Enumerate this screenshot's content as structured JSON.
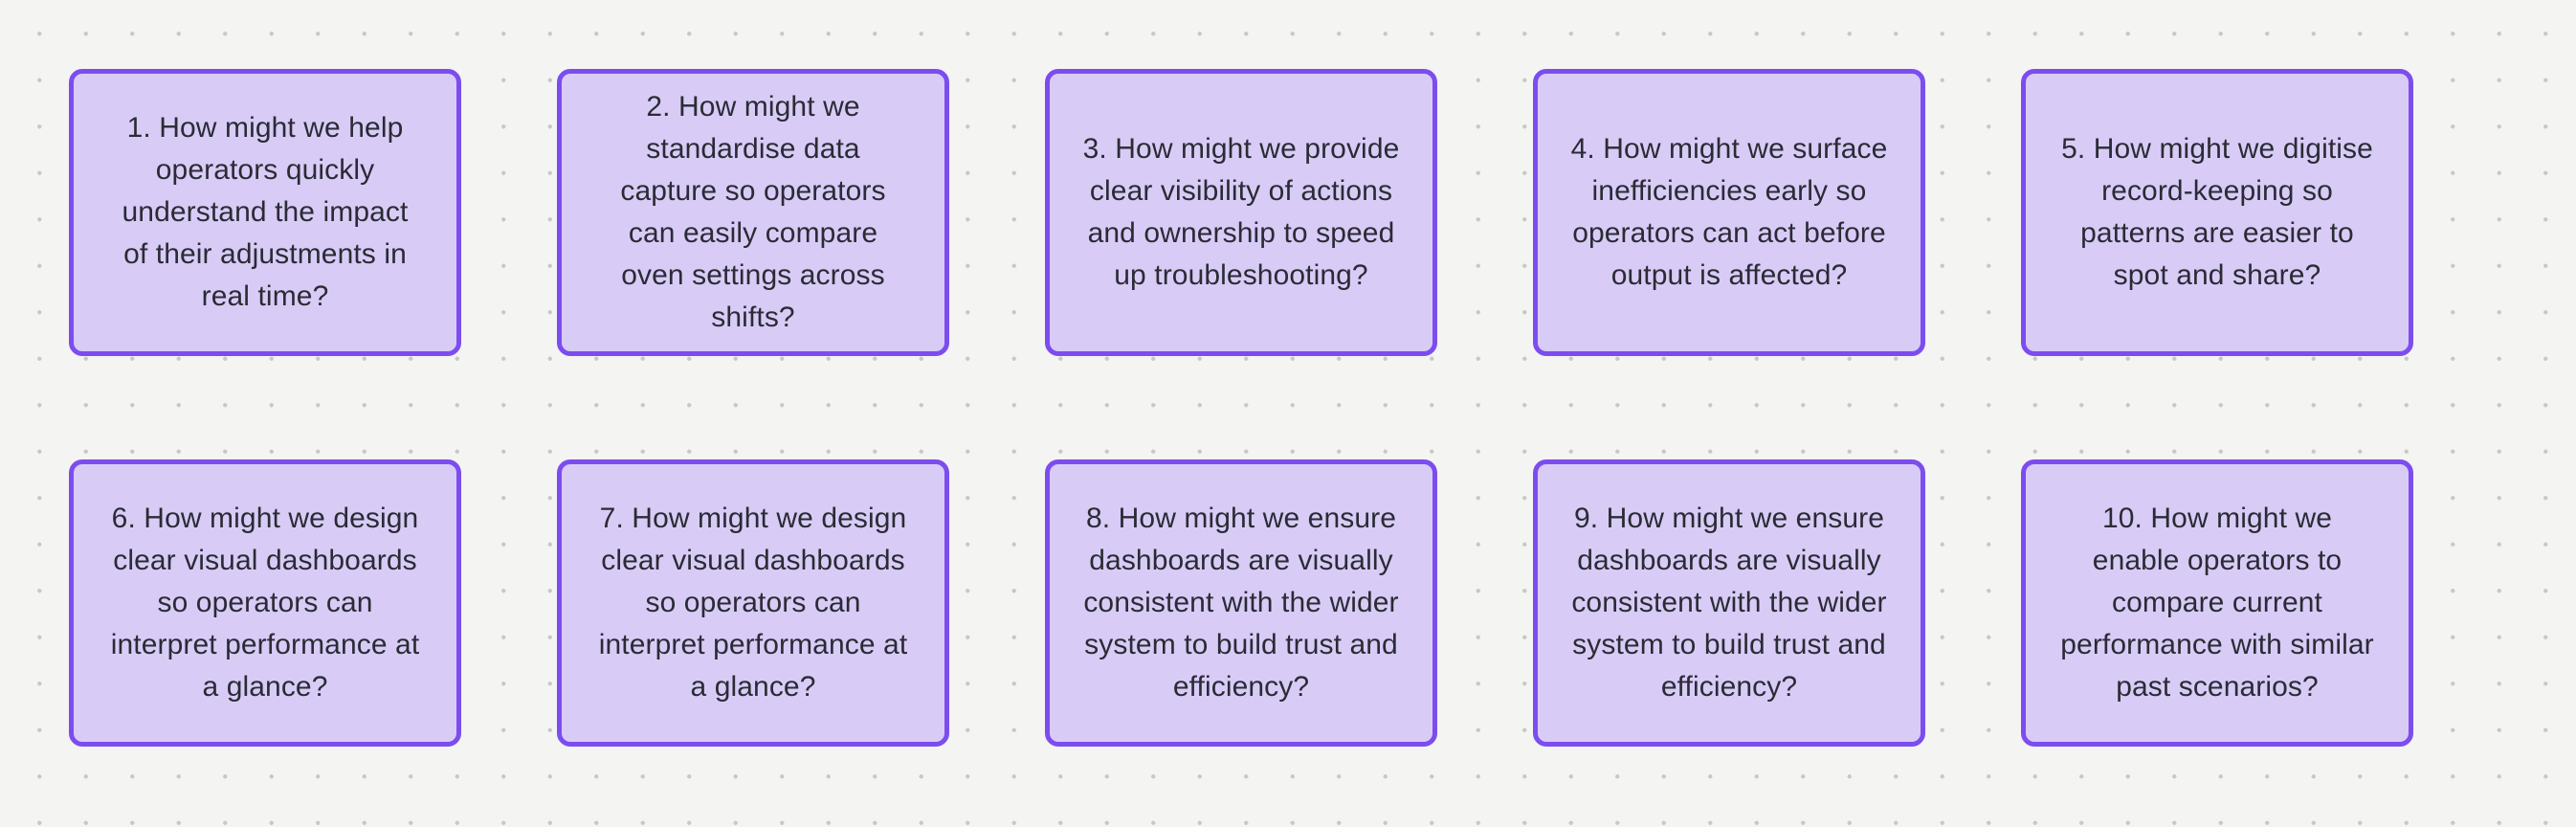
{
  "board": {
    "name": "how-might-we-board",
    "background_color": "#f4f4f2",
    "dot_color": "#c9c9c4",
    "card_fill_color": "#d8ccf7",
    "card_border_color": "#7c4dee",
    "card_text_color": "#2b2b35",
    "columns": 5,
    "rows": 2,
    "card_count": 10
  },
  "cards": [
    {
      "id": 1,
      "number": "1.",
      "text": "1. How might we help operators quickly understand the impact of their adjustments in real time?"
    },
    {
      "id": 2,
      "number": "2.",
      "text": "2. How might we standardise data capture so operators can easily compare oven settings across shifts?"
    },
    {
      "id": 3,
      "number": "3.",
      "text": "3. How might we provide clear visibility of actions and ownership to speed up troubleshooting?"
    },
    {
      "id": 4,
      "number": "4.",
      "text": "4. How might we surface inefficiencies early so operators can act before output is affected?"
    },
    {
      "id": 5,
      "number": "5.",
      "text": "5. How might we digitise record-keeping so patterns are easier to spot and share?"
    },
    {
      "id": 6,
      "number": "6.",
      "text": "6. How might we design clear visual dashboards so operators can interpret performance at a glance?"
    },
    {
      "id": 7,
      "number": "7.",
      "text": "7. How might we design clear visual dashboards so operators can interpret performance at a glance?"
    },
    {
      "id": 8,
      "number": "8.",
      "text": "8. How might we ensure dashboards are visually consistent with the wider system to build trust and efficiency?"
    },
    {
      "id": 9,
      "number": "9.",
      "text": "9. How might we ensure dashboards are visually consistent with the wider system to build trust and efficiency?"
    },
    {
      "id": 10,
      "number": "10.",
      "text": "10. How might we enable operators to compare current performance with similar past scenarios?"
    }
  ]
}
